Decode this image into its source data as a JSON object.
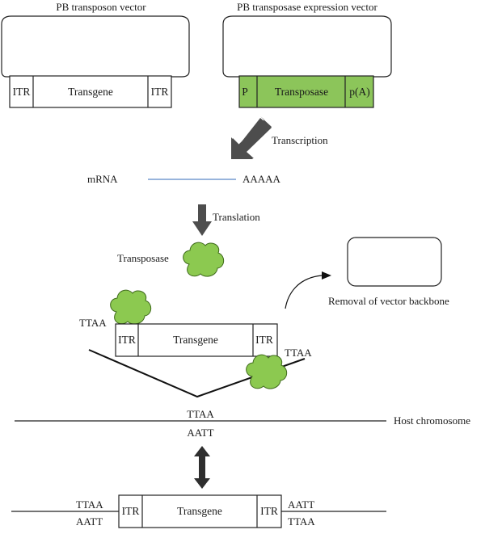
{
  "vectors": {
    "transposon_title": "PB transposon vector",
    "transposase_title": "PB transposase expression vector",
    "itr": "ITR",
    "transgene": "Transgene",
    "promoter": "P",
    "transposase": "Transposase",
    "polya": "p(A)"
  },
  "steps": {
    "transcription": "Transcription",
    "mrna": "mRNA",
    "polya_tail": "AAAAA",
    "translation": "Translation",
    "transposase_protein": "Transposase",
    "removal": "Removal of vector backbone"
  },
  "excision": {
    "ttaa_left": "TTAA",
    "ttaa_right": "TTAA"
  },
  "host": {
    "ttaa": "TTAA",
    "aatt": "AATT",
    "label": "Host chromosome"
  },
  "integrated": {
    "ttaa_left": "TTAA",
    "aatt_left": "AATT",
    "aatt_right": "AATT",
    "ttaa_right": "TTAA"
  },
  "colors": {
    "transposase_fill": "#8cc55a",
    "protein_fill": "#8cc950",
    "mrna_line": "#5b88c8",
    "arrow_fill": "#4d4d4d"
  }
}
